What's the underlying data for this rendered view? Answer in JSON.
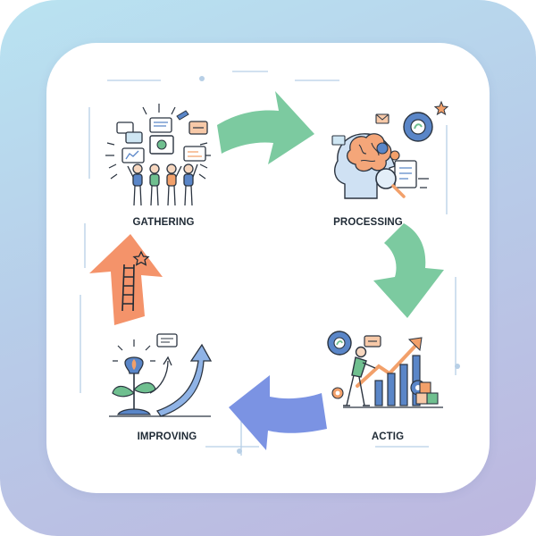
{
  "stages": [
    {
      "id": "gathering",
      "label": "GATHERING"
    },
    {
      "id": "processing",
      "label": "PROCESSING"
    },
    {
      "id": "acting",
      "label": "ACTIG"
    },
    {
      "id": "improving",
      "label": "IMPROVING"
    }
  ],
  "colors": {
    "arrow_green": "#7ccaa0",
    "arrow_blue": "#7b93e3",
    "arrow_orange": "#f4936a",
    "accent_blue": "#5a86c8",
    "accent_orange": "#f2a06a",
    "accent_green": "#6fbf8f"
  }
}
